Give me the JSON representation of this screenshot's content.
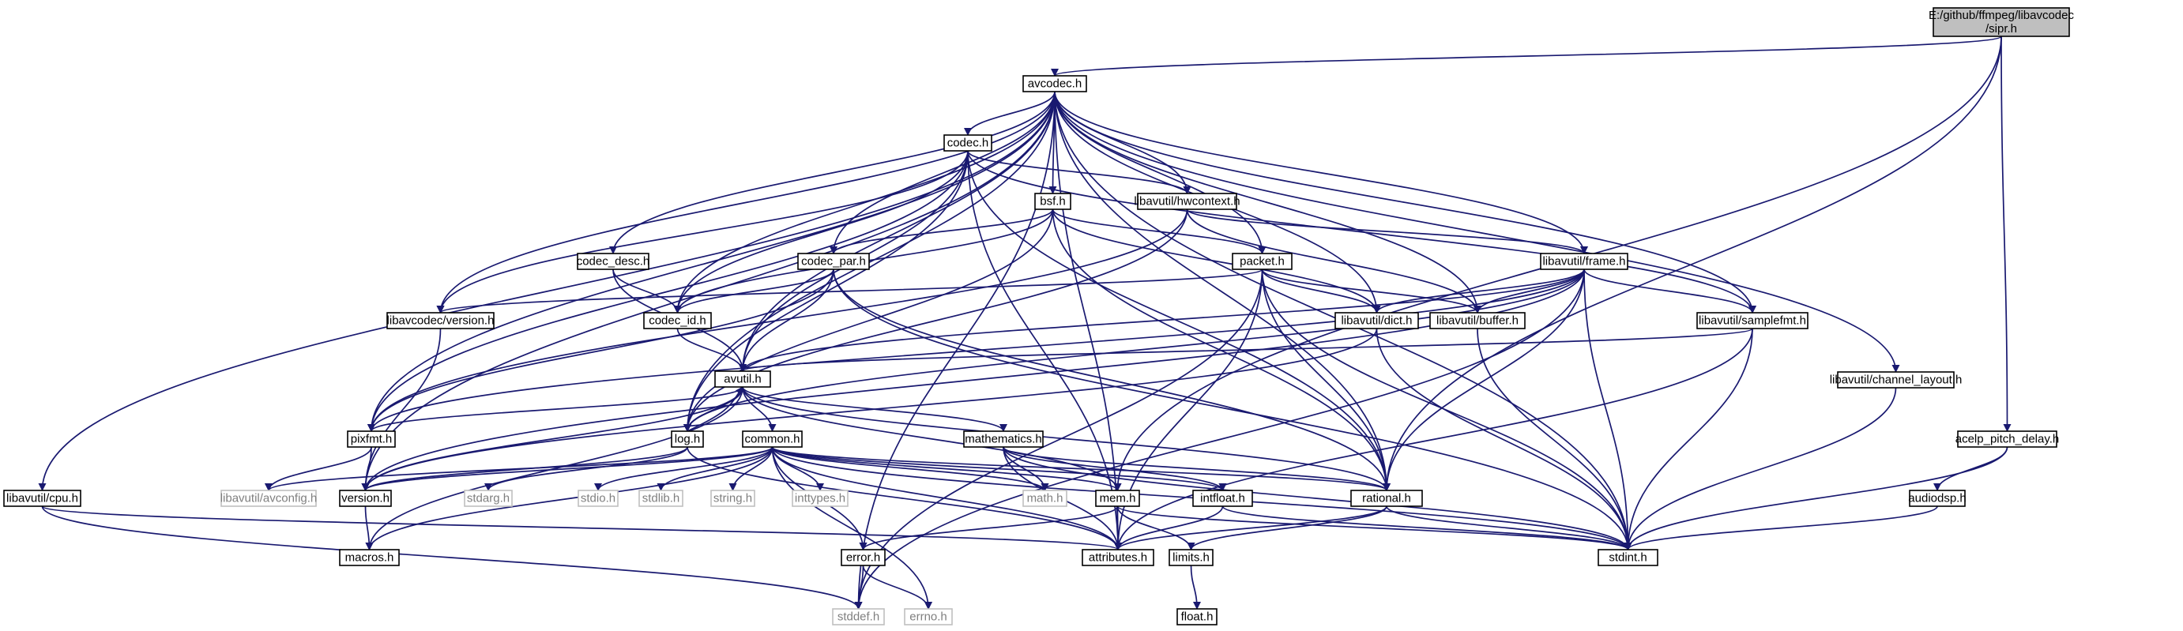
{
  "colors": {
    "edge": "#191970",
    "node_border": "#000000",
    "node_text": "#000000",
    "root_fill": "#bfbfbf",
    "system_border": "#bfbfbf",
    "system_text": "#7f7f7f",
    "background": "#ffffff"
  },
  "nodes": [
    {
      "id": "root",
      "label": "E:/github/ffmpeg/libavcodec\n/sipr.h",
      "kind": "root"
    },
    {
      "id": "avcodec",
      "label": "avcodec.h",
      "kind": "normal"
    },
    {
      "id": "codec",
      "label": "codec.h",
      "kind": "normal"
    },
    {
      "id": "bsf",
      "label": "bsf.h",
      "kind": "normal"
    },
    {
      "id": "hwcontext",
      "label": "libavutil/hwcontext.h",
      "kind": "normal"
    },
    {
      "id": "frame",
      "label": "libavutil/frame.h",
      "kind": "normal"
    },
    {
      "id": "codec_desc",
      "label": "codec_desc.h",
      "kind": "normal"
    },
    {
      "id": "codec_par",
      "label": "codec_par.h",
      "kind": "normal"
    },
    {
      "id": "packet",
      "label": "packet.h",
      "kind": "normal"
    },
    {
      "id": "lavc_version",
      "label": "libavcodec/version.h",
      "kind": "normal"
    },
    {
      "id": "codec_id",
      "label": "codec_id.h",
      "kind": "normal"
    },
    {
      "id": "dict",
      "label": "libavutil/dict.h",
      "kind": "normal"
    },
    {
      "id": "buffer",
      "label": "libavutil/buffer.h",
      "kind": "normal"
    },
    {
      "id": "samplefmt",
      "label": "libavutil/samplefmt.h",
      "kind": "normal"
    },
    {
      "id": "avutil",
      "label": "avutil.h",
      "kind": "normal"
    },
    {
      "id": "channel_layout",
      "label": "libavutil/channel_layout.h",
      "kind": "normal"
    },
    {
      "id": "pixfmt",
      "label": "pixfmt.h",
      "kind": "normal"
    },
    {
      "id": "log",
      "label": "log.h",
      "kind": "normal"
    },
    {
      "id": "common",
      "label": "common.h",
      "kind": "normal"
    },
    {
      "id": "mathematics",
      "label": "mathematics.h",
      "kind": "normal"
    },
    {
      "id": "acelp",
      "label": "acelp_pitch_delay.h",
      "kind": "normal"
    },
    {
      "id": "lavu_cpu",
      "label": "libavutil/cpu.h",
      "kind": "normal"
    },
    {
      "id": "avconfig",
      "label": "libavutil/avconfig.h",
      "kind": "system"
    },
    {
      "id": "version",
      "label": "version.h",
      "kind": "normal"
    },
    {
      "id": "stdarg",
      "label": "stdarg.h",
      "kind": "system"
    },
    {
      "id": "stdio",
      "label": "stdio.h",
      "kind": "system"
    },
    {
      "id": "stdlib",
      "label": "stdlib.h",
      "kind": "system"
    },
    {
      "id": "string",
      "label": "string.h",
      "kind": "system"
    },
    {
      "id": "inttypes",
      "label": "inttypes.h",
      "kind": "system"
    },
    {
      "id": "math",
      "label": "math.h",
      "kind": "system"
    },
    {
      "id": "mem",
      "label": "mem.h",
      "kind": "normal"
    },
    {
      "id": "intfloat",
      "label": "intfloat.h",
      "kind": "normal"
    },
    {
      "id": "rational",
      "label": "rational.h",
      "kind": "normal"
    },
    {
      "id": "audiodsp",
      "label": "audiodsp.h",
      "kind": "normal"
    },
    {
      "id": "macros",
      "label": "macros.h",
      "kind": "normal"
    },
    {
      "id": "attributes",
      "label": "attributes.h",
      "kind": "normal"
    },
    {
      "id": "error",
      "label": "error.h",
      "kind": "normal"
    },
    {
      "id": "limits",
      "label": "limits.h",
      "kind": "normal"
    },
    {
      "id": "stdint",
      "label": "stdint.h",
      "kind": "normal"
    },
    {
      "id": "stddef",
      "label": "stddef.h",
      "kind": "system"
    },
    {
      "id": "errno",
      "label": "errno.h",
      "kind": "system"
    },
    {
      "id": "float",
      "label": "float.h",
      "kind": "normal"
    }
  ],
  "edges": [
    [
      "root",
      "avcodec"
    ],
    [
      "root",
      "rational"
    ],
    [
      "root",
      "mem"
    ],
    [
      "root",
      "acelp"
    ],
    [
      "avcodec",
      "codec"
    ],
    [
      "avcodec",
      "bsf"
    ],
    [
      "avcodec",
      "hwcontext"
    ],
    [
      "avcodec",
      "frame"
    ],
    [
      "avcodec",
      "codec_desc"
    ],
    [
      "avcodec",
      "codec_par"
    ],
    [
      "avcodec",
      "packet"
    ],
    [
      "avcodec",
      "lavc_version"
    ],
    [
      "avcodec",
      "codec_id"
    ],
    [
      "avcodec",
      "dict"
    ],
    [
      "avcodec",
      "buffer"
    ],
    [
      "avcodec",
      "samplefmt"
    ],
    [
      "avcodec",
      "avutil"
    ],
    [
      "avcodec",
      "channel_layout"
    ],
    [
      "avcodec",
      "pixfmt"
    ],
    [
      "avcodec",
      "log"
    ],
    [
      "avcodec",
      "lavu_cpu"
    ],
    [
      "avcodec",
      "attributes"
    ],
    [
      "avcodec",
      "rational"
    ],
    [
      "avcodec",
      "stdint"
    ],
    [
      "avcodec",
      "stddef"
    ],
    [
      "avcodec",
      "version"
    ],
    [
      "codec",
      "hwcontext"
    ],
    [
      "codec",
      "codec_id"
    ],
    [
      "codec",
      "avutil"
    ],
    [
      "codec",
      "rational"
    ],
    [
      "codec",
      "samplefmt"
    ],
    [
      "codec",
      "lavc_version"
    ],
    [
      "codec",
      "log"
    ],
    [
      "codec",
      "pixfmt"
    ],
    [
      "codec",
      "attributes"
    ],
    [
      "bsf",
      "codec_id"
    ],
    [
      "bsf",
      "codec_par"
    ],
    [
      "bsf",
      "packet"
    ],
    [
      "bsf",
      "dict"
    ],
    [
      "bsf",
      "log"
    ],
    [
      "bsf",
      "rational"
    ],
    [
      "hwcontext",
      "frame"
    ],
    [
      "hwcontext",
      "buffer"
    ],
    [
      "hwcontext",
      "pixfmt"
    ],
    [
      "hwcontext",
      "log"
    ],
    [
      "frame",
      "dict"
    ],
    [
      "frame",
      "buffer"
    ],
    [
      "frame",
      "samplefmt"
    ],
    [
      "frame",
      "avutil"
    ],
    [
      "frame",
      "rational"
    ],
    [
      "frame",
      "stdint"
    ],
    [
      "frame",
      "pixfmt"
    ],
    [
      "frame",
      "log"
    ],
    [
      "frame",
      "version"
    ],
    [
      "frame",
      "stddef"
    ],
    [
      "codec_desc",
      "codec_id"
    ],
    [
      "codec_desc",
      "avutil"
    ],
    [
      "codec_par",
      "codec_id"
    ],
    [
      "codec_par",
      "avutil"
    ],
    [
      "codec_par",
      "rational"
    ],
    [
      "codec_par",
      "stdint"
    ],
    [
      "codec_par",
      "pixfmt"
    ],
    [
      "packet",
      "dict"
    ],
    [
      "packet",
      "buffer"
    ],
    [
      "packet",
      "rational"
    ],
    [
      "packet",
      "stdint"
    ],
    [
      "packet",
      "stddef"
    ],
    [
      "packet",
      "lavc_version"
    ],
    [
      "packet",
      "attributes"
    ],
    [
      "lavc_version",
      "version"
    ],
    [
      "codec_id",
      "avutil"
    ],
    [
      "dict",
      "stdint"
    ],
    [
      "dict",
      "version"
    ],
    [
      "buffer",
      "stdint"
    ],
    [
      "samplefmt",
      "avutil"
    ],
    [
      "samplefmt",
      "attributes"
    ],
    [
      "samplefmt",
      "stdint"
    ],
    [
      "channel_layout",
      "stdint"
    ],
    [
      "avutil",
      "common"
    ],
    [
      "avutil",
      "mathematics"
    ],
    [
      "avutil",
      "log"
    ],
    [
      "avutil",
      "pixfmt"
    ],
    [
      "avutil",
      "version"
    ],
    [
      "avutil",
      "rational"
    ],
    [
      "avutil",
      "mem"
    ],
    [
      "avutil",
      "macros"
    ],
    [
      "pixfmt",
      "avconfig"
    ],
    [
      "pixfmt",
      "version"
    ],
    [
      "log",
      "stdarg"
    ],
    [
      "log",
      "avutil"
    ],
    [
      "log",
      "attributes"
    ],
    [
      "log",
      "version"
    ],
    [
      "common",
      "avconfig"
    ],
    [
      "common",
      "version"
    ],
    [
      "common",
      "stdio"
    ],
    [
      "common",
      "stdlib"
    ],
    [
      "common",
      "string"
    ],
    [
      "common",
      "inttypes"
    ],
    [
      "common",
      "math"
    ],
    [
      "common",
      "mem"
    ],
    [
      "common",
      "intfloat"
    ],
    [
      "common",
      "rational"
    ],
    [
      "common",
      "attributes"
    ],
    [
      "common",
      "macros"
    ],
    [
      "common",
      "errno"
    ],
    [
      "common",
      "stdint"
    ],
    [
      "common",
      "error"
    ],
    [
      "mathematics",
      "math"
    ],
    [
      "mathematics",
      "rational"
    ],
    [
      "mathematics",
      "intfloat"
    ],
    [
      "mathematics",
      "stdint"
    ],
    [
      "mathematics",
      "attributes"
    ],
    [
      "acelp",
      "audiodsp"
    ],
    [
      "acelp",
      "stdint"
    ],
    [
      "audiodsp",
      "stdint"
    ],
    [
      "lavu_cpu",
      "attributes"
    ],
    [
      "lavu_cpu",
      "stddef"
    ],
    [
      "version",
      "macros"
    ],
    [
      "mem",
      "error"
    ],
    [
      "mem",
      "limits"
    ],
    [
      "mem",
      "attributes"
    ],
    [
      "mem",
      "stdint"
    ],
    [
      "intfloat",
      "attributes"
    ],
    [
      "intfloat",
      "stdint"
    ],
    [
      "rational",
      "attributes"
    ],
    [
      "rational",
      "limits"
    ],
    [
      "rational",
      "stdint"
    ],
    [
      "error",
      "errno"
    ],
    [
      "error",
      "stddef"
    ],
    [
      "limits",
      "float"
    ]
  ]
}
